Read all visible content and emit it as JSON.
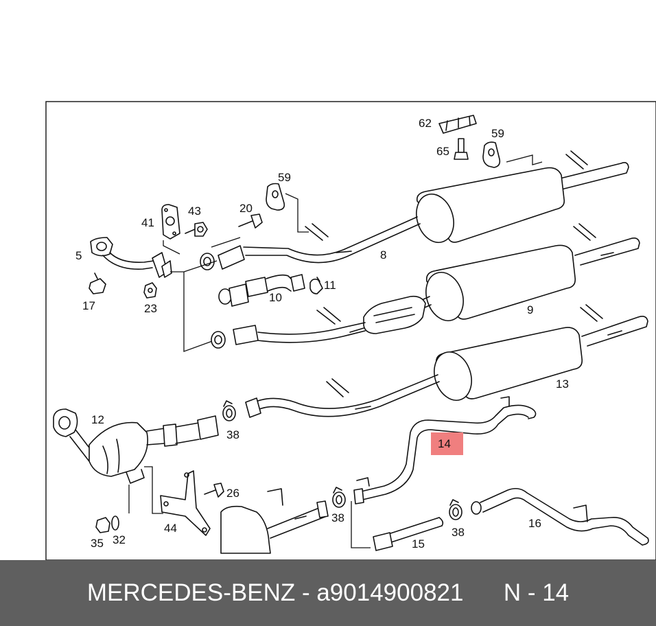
{
  "colors": {
    "footer_bg": "#5f5f5f",
    "footer_text": "#ffffff",
    "highlight": "#f07f7f",
    "line": "#111111"
  },
  "callouts": {
    "c62": "62",
    "c59a": "59",
    "c65": "65",
    "c59b": "59",
    "c41": "41",
    "c43": "43",
    "c20": "20",
    "c5": "5",
    "c17": "17",
    "c23": "23",
    "c8": "8",
    "c10": "10",
    "c11": "11",
    "c9": "9",
    "c13": "13",
    "c12": "12",
    "c38a": "38",
    "c14": "14",
    "c26": "26",
    "c44": "44",
    "c35": "35",
    "c32": "32",
    "c38b": "38",
    "c15": "15",
    "c38c": "38",
    "c16": "16"
  },
  "footer": {
    "brand": "MERCEDES-BENZ",
    "separator": " - ",
    "part_number": "a9014900821",
    "spacer": "      ",
    "position_label": "N - 14"
  }
}
